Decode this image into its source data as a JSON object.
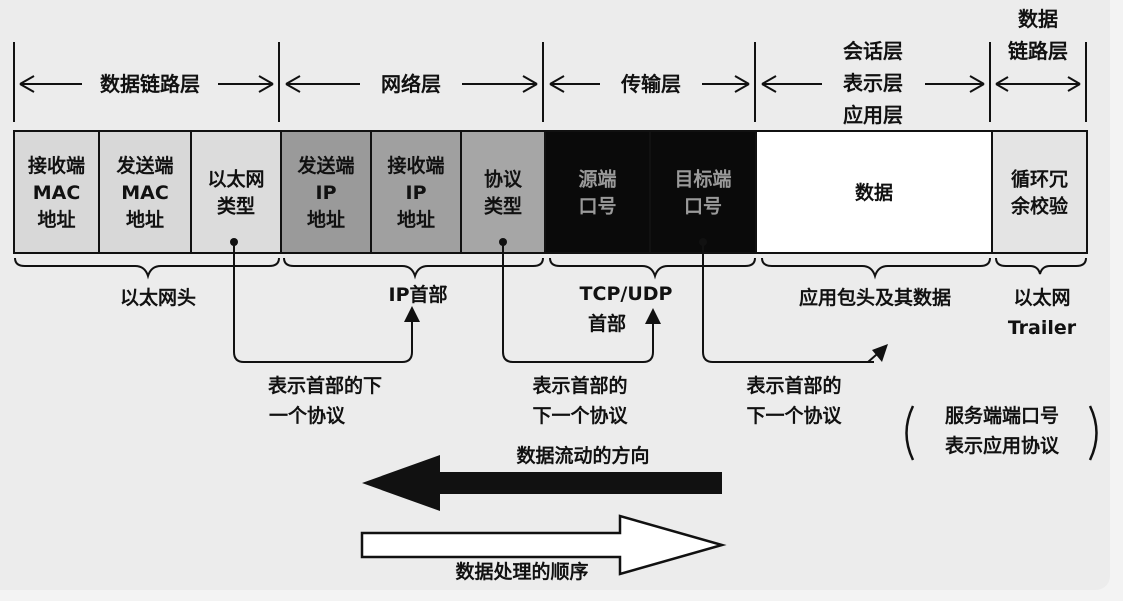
{
  "layers": [
    {
      "label": [
        "数据链路层"
      ]
    },
    {
      "label": [
        "网络层"
      ]
    },
    {
      "label": [
        "传输层"
      ]
    },
    {
      "label": [
        "会话层",
        "表示层",
        "应用层"
      ]
    },
    {
      "label": [
        "数据",
        "链路层"
      ]
    }
  ],
  "fields": [
    {
      "lines": [
        "接收端",
        "MAC",
        "地址"
      ],
      "fill": "#d8d8d8",
      "text_color": "#111111"
    },
    {
      "lines": [
        "发送端",
        "MAC",
        "地址"
      ],
      "fill": "#d8d8d8",
      "text_color": "#111111"
    },
    {
      "lines": [
        "以太网",
        "类型"
      ],
      "fill": "#dcdcdc",
      "text_color": "#111111"
    },
    {
      "lines": [
        "发送端",
        "IP",
        "地址"
      ],
      "fill": "#9a9a9a",
      "text_color": "#111111"
    },
    {
      "lines": [
        "接收端",
        "IP",
        "地址"
      ],
      "fill": "#a0a0a0",
      "text_color": "#111111"
    },
    {
      "lines": [
        "协议",
        "类型"
      ],
      "fill": "#a6a6a6",
      "text_color": "#111111"
    },
    {
      "lines": [
        "源端",
        "口号"
      ],
      "fill": "#0a0a0a",
      "text_color": "#9a9a9a"
    },
    {
      "lines": [
        "目标端",
        "口号"
      ],
      "fill": "#0a0a0a",
      "text_color": "#9a9a9a"
    },
    {
      "lines": [
        "数据"
      ],
      "fill": "#ffffff",
      "text_color": "#111111"
    },
    {
      "lines": [
        "循环冗",
        "余校验"
      ],
      "fill": "#e4e4e4",
      "text_color": "#111111"
    }
  ],
  "groups": [
    {
      "lines": [
        "以太网头"
      ]
    },
    {
      "lines": [
        "IP首部"
      ]
    },
    {
      "lines": [
        "TCP/UDP",
        "首部"
      ]
    },
    {
      "lines": [
        "应用包头及其数据"
      ]
    },
    {
      "lines": [
        "以太网",
        "Trailer"
      ]
    }
  ],
  "notes": [
    {
      "lines": [
        "表示首部的下",
        "一个协议"
      ]
    },
    {
      "lines": [
        "表示首部的",
        "下一个协议"
      ]
    },
    {
      "lines": [
        "表示首部的",
        "下一个协议"
      ]
    },
    {
      "lines": [
        "服务端端口号",
        "表示应用协议"
      ]
    }
  ],
  "flow": {
    "direction_label": "数据流动的方向",
    "order_label": "数据处理的顺序"
  },
  "colors": {
    "stroke": "#111111",
    "background": "#ececec"
  }
}
